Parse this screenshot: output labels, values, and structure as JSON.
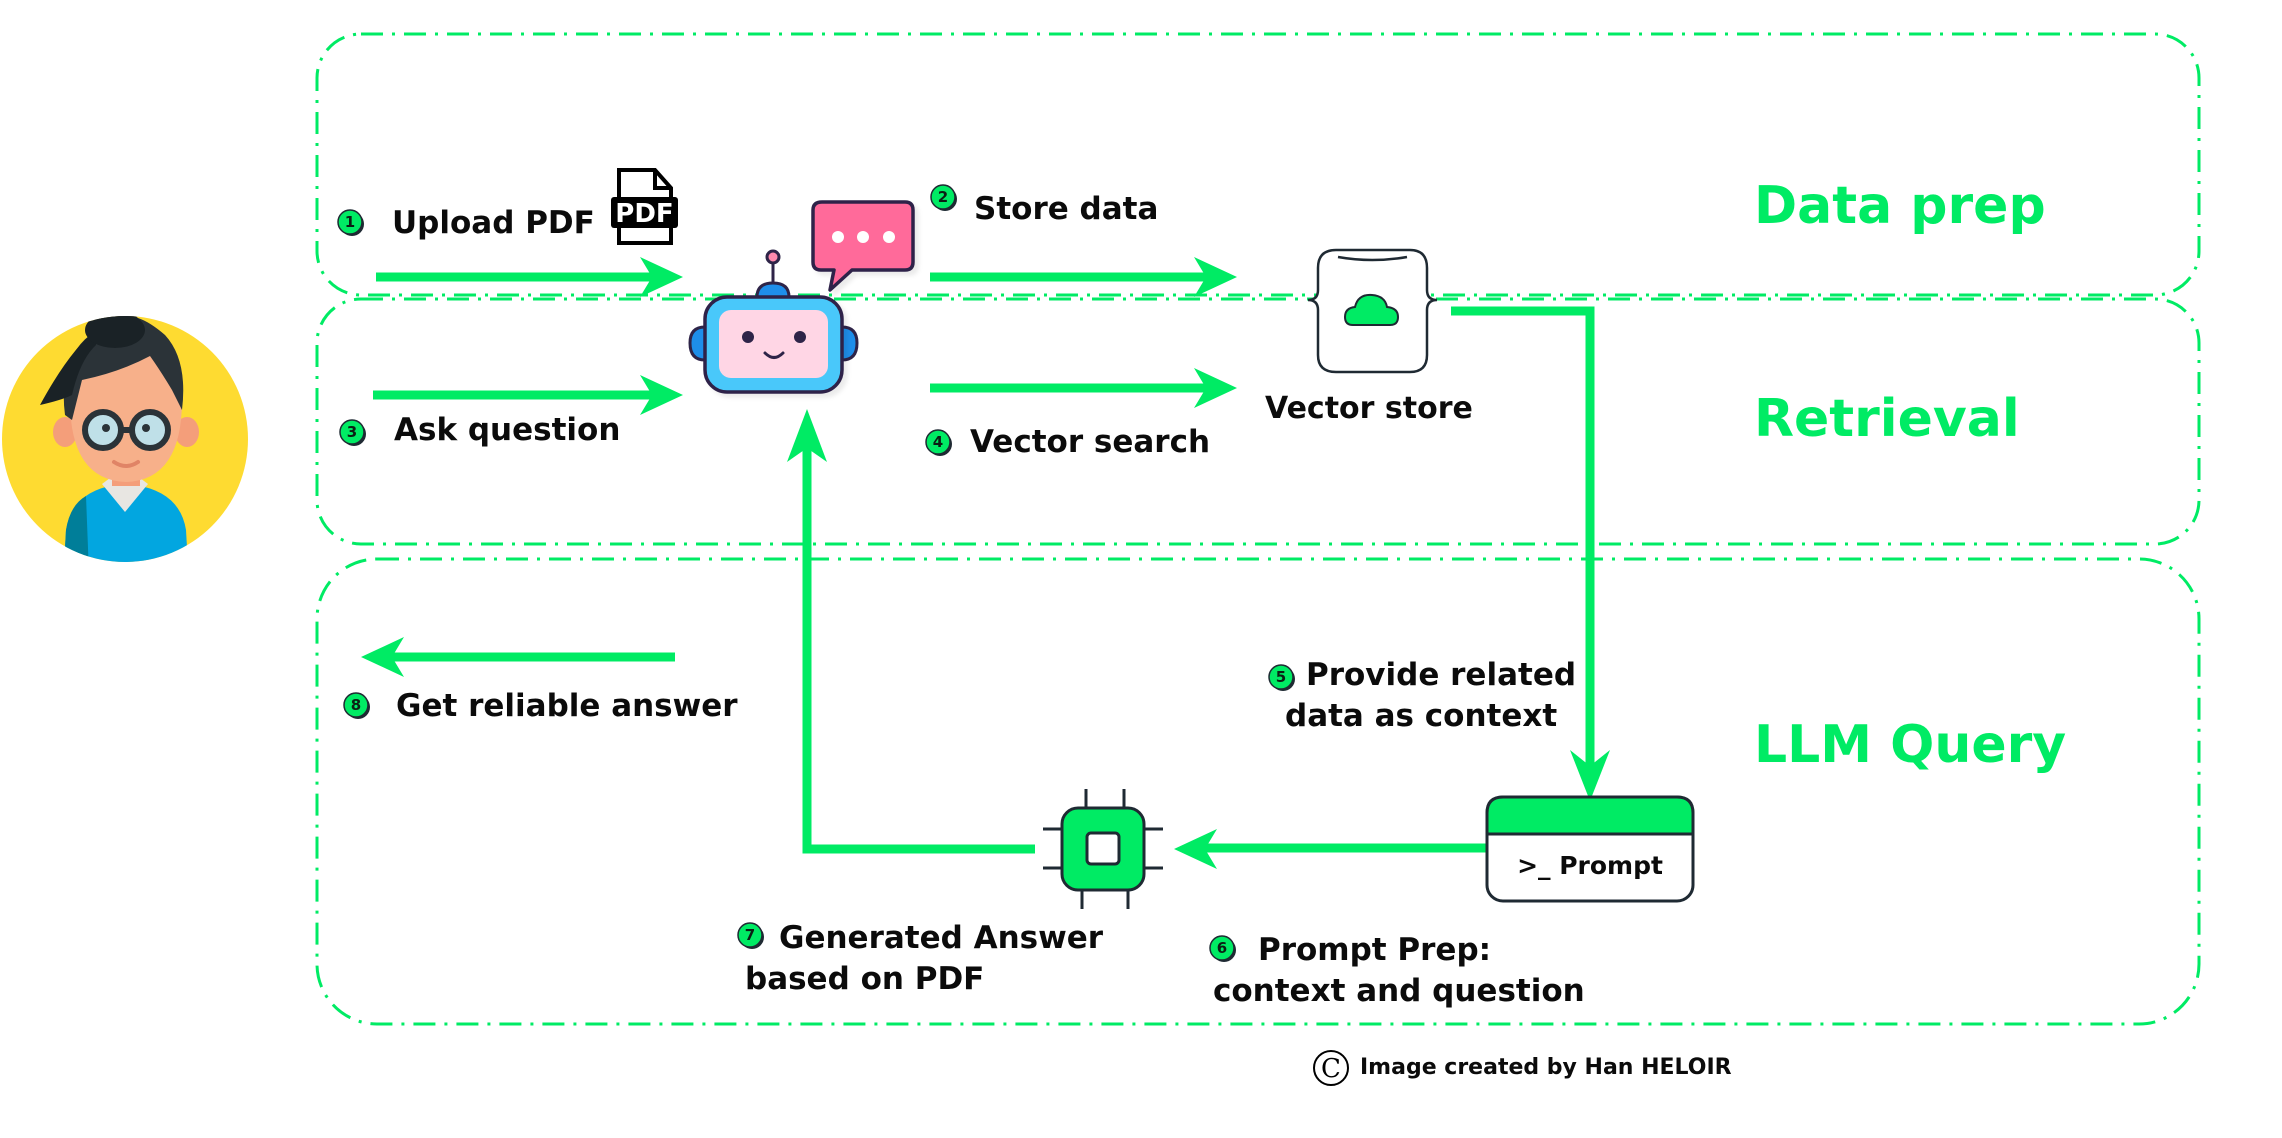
{
  "colors": {
    "accent": "#00EB64",
    "outline": "#1F2A33",
    "text": "#0B0B0B",
    "robot_screen": "#FFD6E5",
    "robot_frame": "#48C8FA",
    "robot_ear": "#1E8EEA",
    "bubble": "#FF6B9A",
    "avatar_bg": "#FEDB31",
    "avatar_hair": "#2B3338",
    "avatar_skin": "#F7B08A",
    "avatar_shirt": "#02A6E0"
  },
  "sections": [
    {
      "id": "data-prep",
      "label": "Data prep"
    },
    {
      "id": "retrieval",
      "label": "Retrieval"
    },
    {
      "id": "llm-query",
      "label": "LLM Query"
    }
  ],
  "steps": [
    {
      "n": "1",
      "lines": [
        "Upload PDF"
      ]
    },
    {
      "n": "2",
      "lines": [
        "Store data"
      ]
    },
    {
      "n": "3",
      "lines": [
        "Ask question"
      ]
    },
    {
      "n": "4",
      "lines": [
        "Vector search"
      ]
    },
    {
      "n": "5",
      "lines": [
        "Provide related",
        "data as context"
      ]
    },
    {
      "n": "6",
      "lines": [
        "Prompt Prep:",
        "context and question"
      ]
    },
    {
      "n": "7",
      "lines": [
        "Generated Answer",
        "based on PDF"
      ]
    },
    {
      "n": "8",
      "lines": [
        "Get reliable answer"
      ]
    }
  ],
  "nodes": {
    "user": {
      "label": "user-avatar"
    },
    "chatbot": {
      "label": "chatbot-robot"
    },
    "pdf_icon": {
      "text": "PDF"
    },
    "vector_store": {
      "label": "Vector store"
    },
    "prompt": {
      "label": ">_ Prompt"
    },
    "llm_chip": {
      "label": "llm-chip"
    }
  },
  "credit": {
    "symbol": "C",
    "text": "Image created by Han HELOIR"
  }
}
